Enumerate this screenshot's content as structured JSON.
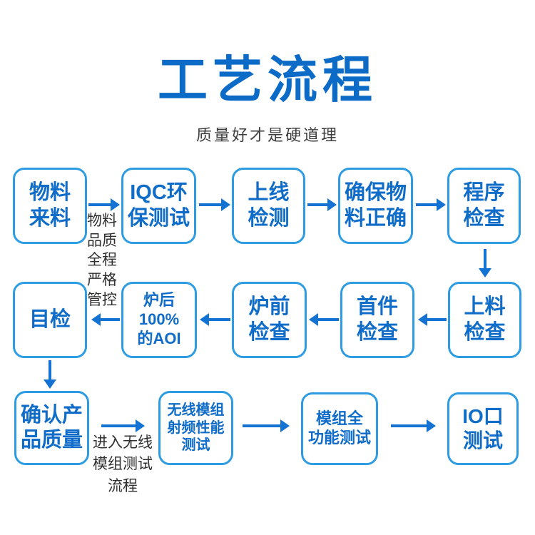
{
  "header": {
    "title": "工艺流程",
    "subtitle": "质量好才是硬道理"
  },
  "colors": {
    "title_blue": "#0d6bc8",
    "box_border": "#2d9ce2",
    "box_text": "#0f6cc8",
    "arrow_blue": "#1473d2",
    "note_gray": "#2f2f2f"
  },
  "flow": {
    "row1": [
      "物料\n来料",
      "IQC环\n保测试",
      "上线\n检测",
      "确保物\n料正确",
      "程序\n检查"
    ],
    "row2": [
      "目检",
      "炉后100%\n的AOI",
      "炉前\n检查",
      "首件\n检查",
      "上料\n检查"
    ],
    "row3": [
      "确认产\n品质量",
      "无线模组\n射频性能\n测试",
      "模组全\n功能测试",
      "IO口\n测试"
    ]
  },
  "annotations": {
    "material_quality": "物料\n品质\n全程\n严格\n管控",
    "wireless_module": "进入无线\n模组测试\n流程"
  }
}
